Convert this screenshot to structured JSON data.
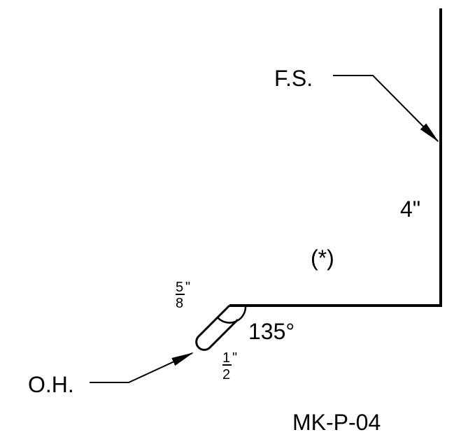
{
  "labels": {
    "fs": "F.S.",
    "oh": "O.H.",
    "height": "4\"",
    "asterisk": "(*)",
    "angle": "135°",
    "dim_58": {
      "num": "5",
      "den": "8",
      "unit": "\""
    },
    "dim_12": {
      "num": "1",
      "den": "2",
      "unit": "\""
    },
    "mark": "MK-P-04"
  }
}
